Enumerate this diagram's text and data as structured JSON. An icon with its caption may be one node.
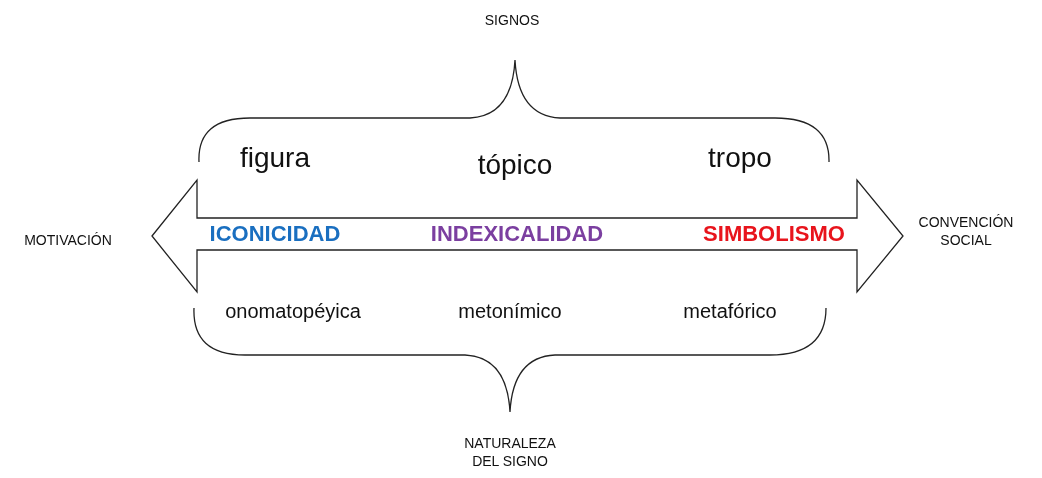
{
  "diagram": {
    "nodes": [
      {
        "text": [
          "ICONICIDAD",
          "INDEXICALIDAD",
          "SIMBOLISMO"
        ]
      }
    ],
    "labels": [
      "SIGNOS",
      "figura",
      "tópico",
      "tropo",
      "MOTIVACIÓN",
      "CONVENCIÓN SOCIAL",
      "onomatopéyica",
      "metonímico",
      "metafórico",
      "NATURALEZA DEL SIGNO"
    ]
  }
}
